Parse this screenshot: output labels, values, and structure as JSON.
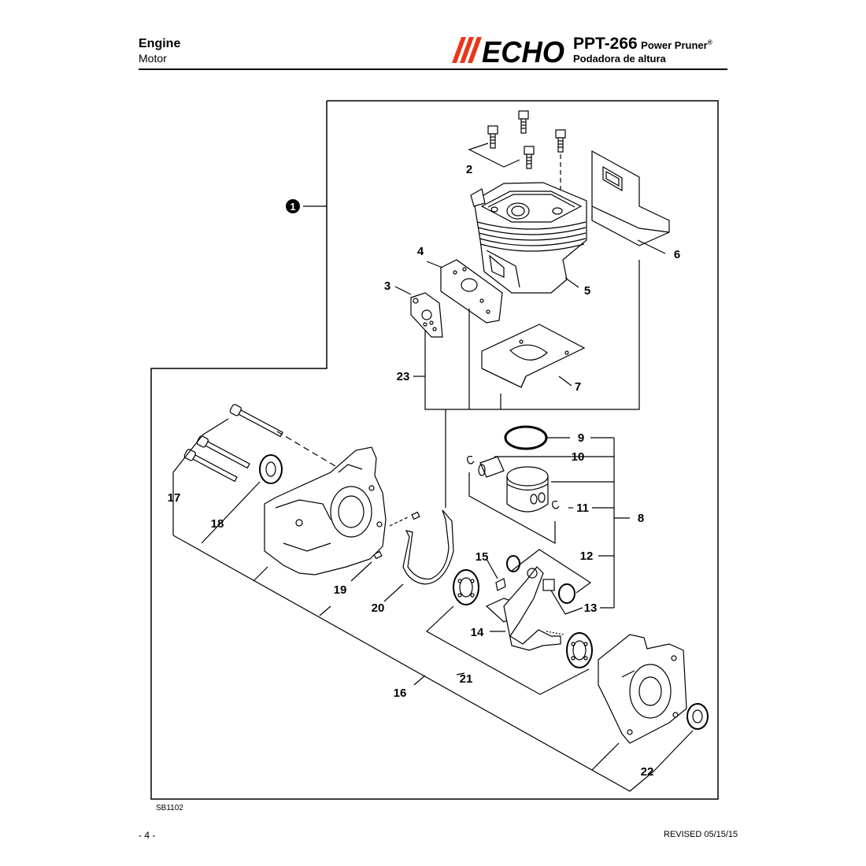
{
  "header": {
    "title": "Engine",
    "subtitle": "Motor",
    "brand": "ECHO",
    "model_number": "PPT-266",
    "model_name": "Power Pruner",
    "registered_mark": "®",
    "model_name_es": "Podadora de altura"
  },
  "diagram": {
    "assembly_marker": "1",
    "figure_code": "SB1102",
    "callouts": {
      "c2": "2",
      "c3": "3",
      "c4": "4",
      "c5": "5",
      "c6": "6",
      "c7": "7",
      "c8": "8",
      "c9": "9",
      "c10": "10",
      "c11": "11",
      "c12": "12",
      "c13": "13",
      "c14": "14",
      "c15": "15",
      "c16": "16",
      "c17": "17",
      "c18": "18",
      "c19": "19",
      "c20": "20",
      "c21": "21",
      "c22": "22",
      "c23": "23"
    }
  },
  "footer": {
    "page_number": "- 4 -",
    "revised": "REVISED 05/15/15"
  },
  "colors": {
    "ink": "#000000",
    "brand_red": "#e8381b",
    "paper": "#ffffff"
  }
}
